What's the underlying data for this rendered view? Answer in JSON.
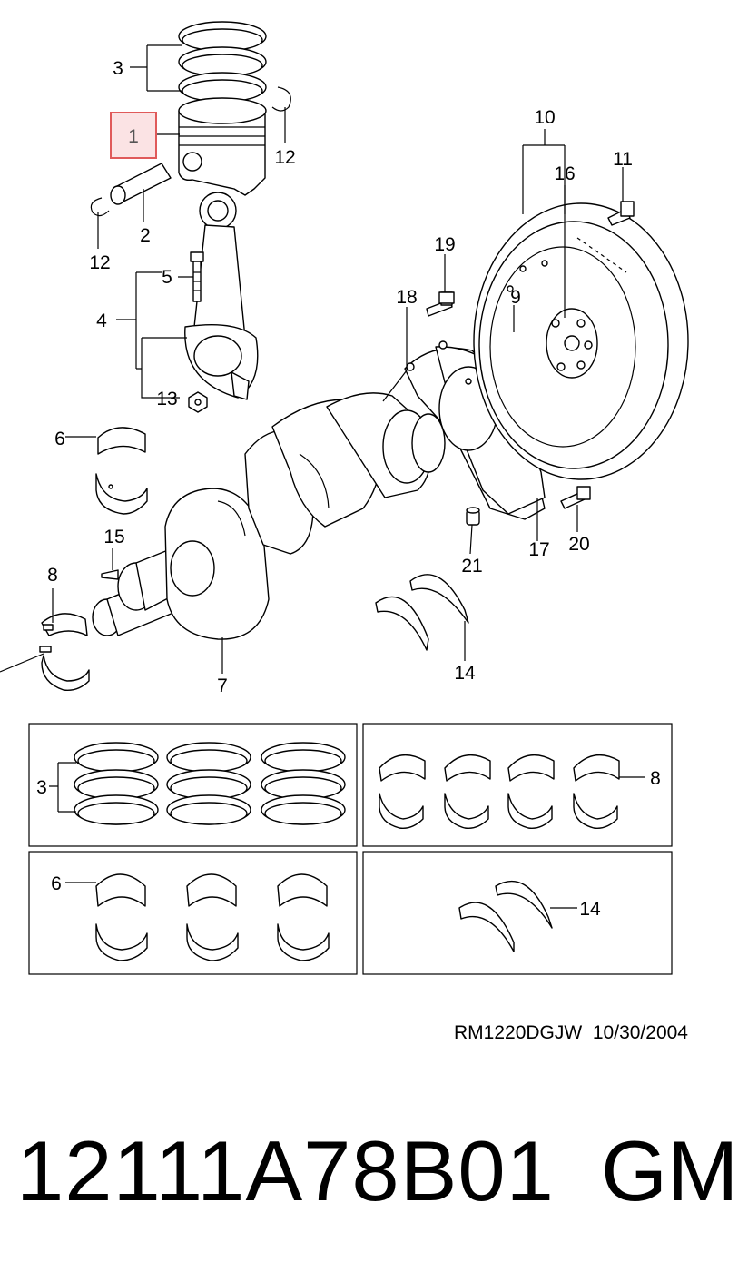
{
  "callouts": {
    "c1": "1",
    "c2": "2",
    "c3": "3",
    "c4": "4",
    "c5": "5",
    "c6": "6",
    "c7": "7",
    "c8": "8",
    "c9": "9",
    "c10": "10",
    "c11": "11",
    "c12": "12",
    "c13": "13",
    "c14": "14",
    "c15": "15",
    "c16": "16",
    "c17": "17",
    "c18": "18",
    "c19": "19",
    "c20": "20",
    "c21": "21"
  },
  "highlight": {
    "callout": "1",
    "color": "#e05a5a",
    "fill": "#fbe3e4"
  },
  "reference": {
    "code": "RM1220DGJW",
    "date": "10/30/2004"
  },
  "part_number": "12111A78B01",
  "brand": "GM"
}
